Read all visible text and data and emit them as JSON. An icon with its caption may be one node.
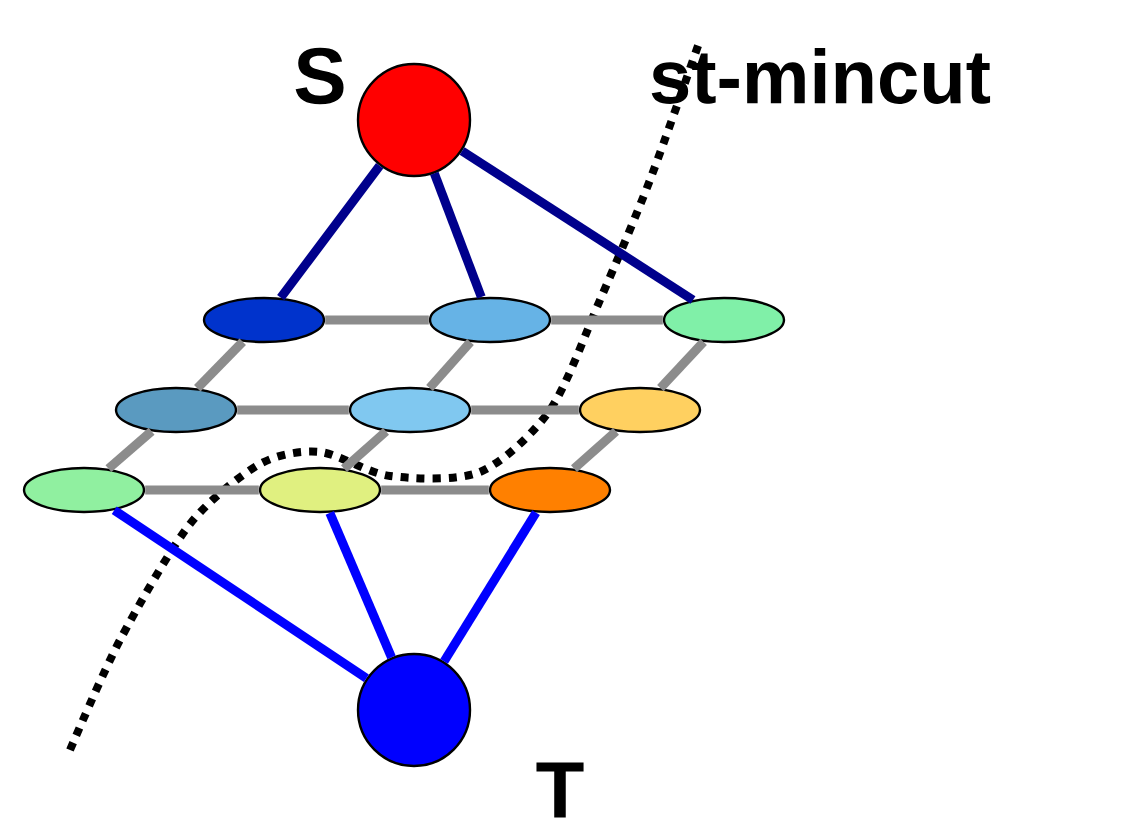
{
  "diagram": {
    "nodes": [
      {
        "text": [],
        "shape": "circle",
        "beside": [
          "S"
        ]
      },
      {
        "text": [],
        "shape": "ellipse"
      },
      {
        "text": [],
        "shape": "ellipse"
      },
      {
        "text": [],
        "shape": "ellipse"
      },
      {
        "text": [],
        "shape": "ellipse"
      },
      {
        "text": [],
        "shape": "ellipse"
      },
      {
        "text": [],
        "shape": "ellipse"
      },
      {
        "text": [],
        "shape": "ellipse"
      },
      {
        "text": [],
        "shape": "ellipse"
      },
      {
        "text": [],
        "shape": "ellipse"
      },
      {
        "text": [],
        "shape": "circle",
        "beside": [
          "T"
        ]
      }
    ],
    "edges": [
      {
        "from": 0,
        "to": 1,
        "arrow": "none",
        "color": "#00008c"
      },
      {
        "from": 0,
        "to": 2,
        "arrow": "none",
        "color": "#00008c"
      },
      {
        "from": 0,
        "to": 3,
        "arrow": "none",
        "color": "#00008c"
      },
      {
        "from": 1,
        "to": 2,
        "arrow": "none"
      },
      {
        "from": 2,
        "to": 3,
        "arrow": "none"
      },
      {
        "from": 4,
        "to": 5,
        "arrow": "none"
      },
      {
        "from": 5,
        "to": 6,
        "arrow": "none"
      },
      {
        "from": 7,
        "to": 8,
        "arrow": "none"
      },
      {
        "from": 8,
        "to": 9,
        "arrow": "none"
      },
      {
        "from": 1,
        "to": 4,
        "arrow": "none"
      },
      {
        "from": 2,
        "to": 5,
        "arrow": "none"
      },
      {
        "from": 3,
        "to": 6,
        "arrow": "none"
      },
      {
        "from": 4,
        "to": 7,
        "arrow": "none"
      },
      {
        "from": 5,
        "to": 8,
        "arrow": "none"
      },
      {
        "from": 6,
        "to": 9,
        "arrow": "none"
      },
      {
        "from": 7,
        "to": 10,
        "arrow": "none",
        "color": "#0000ff"
      },
      {
        "from": 8,
        "to": 10,
        "arrow": "none",
        "color": "#0000ff"
      },
      {
        "from": 9,
        "to": 10,
        "arrow": "none",
        "color": "#0000ff"
      }
    ],
    "labels": [
      "st-mincut"
    ]
  }
}
